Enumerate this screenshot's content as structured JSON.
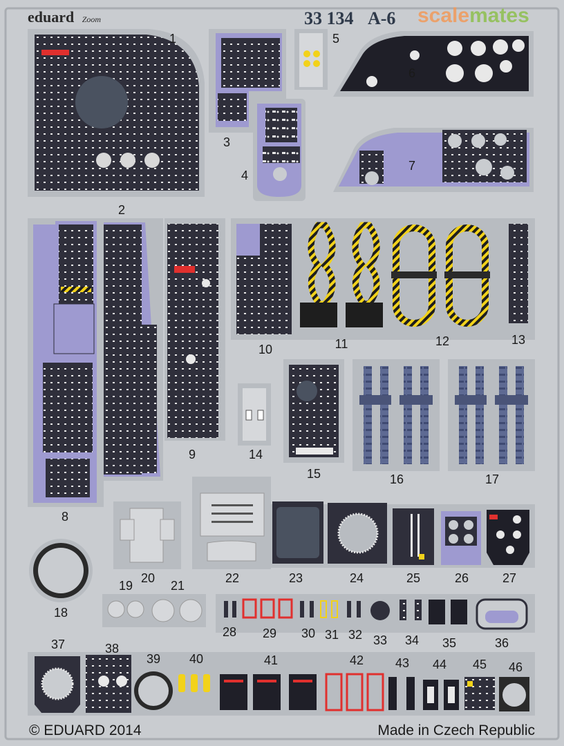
{
  "sheet": {
    "brand": "eduard",
    "brand_sub": "Zoom",
    "code": "33 134",
    "title_partial": "A-6",
    "watermark": "scalemates",
    "copyright": "© EDUARD 2014",
    "origin": "Made in Czech Republic"
  },
  "parts": [
    "1",
    "2",
    "3",
    "4",
    "5",
    "6",
    "7",
    "8",
    "9",
    "10",
    "11",
    "12",
    "13",
    "14",
    "15",
    "16",
    "17",
    "18",
    "19",
    "20",
    "21",
    "22",
    "23",
    "24",
    "25",
    "26",
    "27",
    "28",
    "29",
    "30",
    "31",
    "32",
    "33",
    "34",
    "35",
    "36",
    "37",
    "38",
    "39",
    "40",
    "41",
    "42",
    "43",
    "44",
    "45",
    "46"
  ],
  "colors": {
    "fret": "#c9ccd0",
    "fret_edge": "#a9adb2",
    "panel": "#2f2f3b",
    "lilac": "#9e9ad0",
    "belt_blue": "#5e6a93",
    "yellow": "#f2d21a",
    "red": "#e0302e",
    "watermark_scale": "#f19a5a",
    "watermark_mates": "#8ec04e"
  }
}
